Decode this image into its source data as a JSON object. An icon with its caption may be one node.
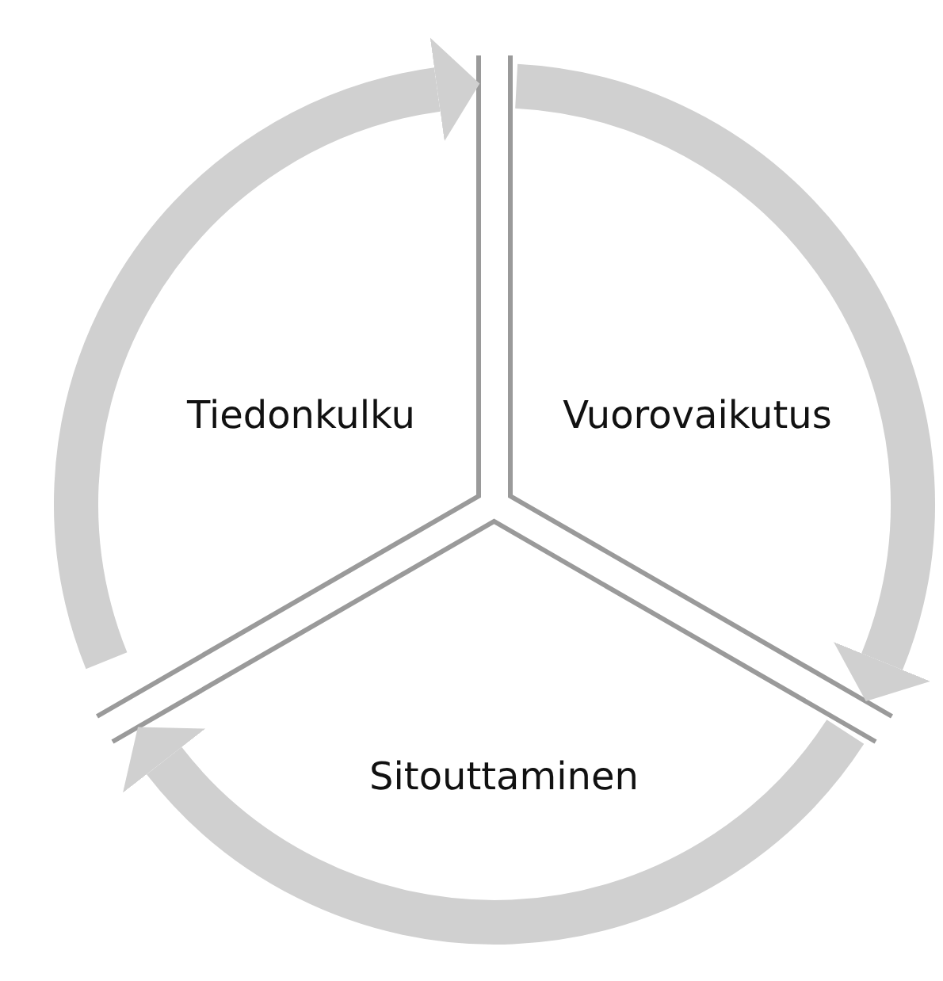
{
  "diagram": {
    "nodes": [
      {
        "text": [
          "Tiedonkulku"
        ]
      },
      {
        "text": [
          "Vuorovaikutus"
        ]
      },
      {
        "text": [
          "Sitouttaminen"
        ]
      }
    ],
    "edges": [
      {
        "from": 0,
        "to": 1,
        "arrow": "to"
      },
      {
        "from": 1,
        "to": 2,
        "arrow": "to"
      },
      {
        "from": 2,
        "to": 0,
        "arrow": "to"
      }
    ]
  }
}
